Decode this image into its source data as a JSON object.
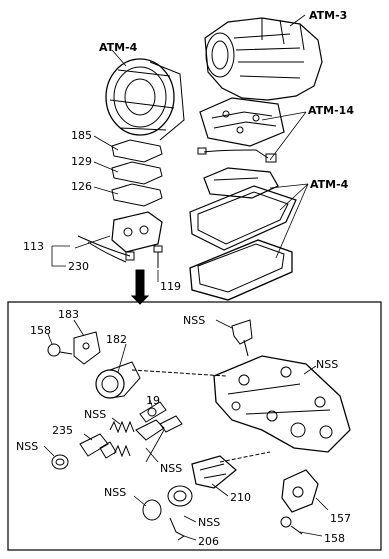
{
  "labels": {
    "atm3": "ATM-3",
    "atm4_top": "ATM-4",
    "atm14": "ATM-14",
    "atm4_right": "ATM-4",
    "p185": "185",
    "p129": "129",
    "p126": "126",
    "p113": "113",
    "p230": "230",
    "p119": "119",
    "p183": "183",
    "p158_left": "158",
    "p182": "182",
    "nss_top": "NSS",
    "nss_right": "NSS",
    "p19": "19",
    "nss_spring": "NSS",
    "p235": "235",
    "nss_left": "NSS",
    "nss_mid": "NSS",
    "nss_plug": "NSS",
    "p210": "210",
    "nss_bottom": "NSS",
    "p206": "206",
    "p157": "157",
    "p158_right": "158"
  }
}
